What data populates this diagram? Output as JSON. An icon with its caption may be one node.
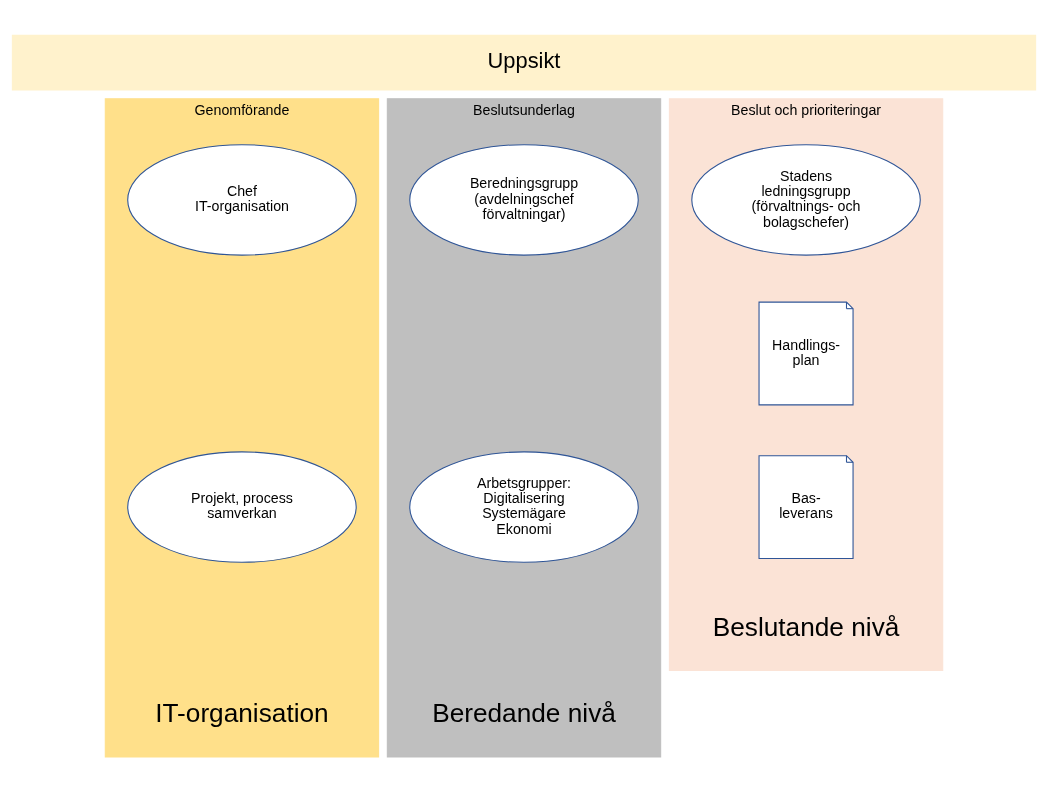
{
  "diagram": {
    "nodes": [
      {
        "text": [
          "Uppsikt"
        ]
      },
      {
        "text": [
          "Genomförande",
          "IT-organisation"
        ]
      },
      {
        "text": [
          "Chef IT-organisation"
        ],
        "in": 1
      },
      {
        "text": [
          "Projekt, process samverkan"
        ],
        "in": 1
      },
      {
        "text": [
          "Beslutsunderlag",
          "Beredande nivå"
        ]
      },
      {
        "text": [
          "Beredningsgrupp (avdelningschef förvaltningar)"
        ],
        "in": 4
      },
      {
        "text": [
          "Arbetsgrupper: Digitalisering Systemägare Ekonomi"
        ],
        "in": 4
      },
      {
        "text": [
          "Beslut och prioriteringar",
          "Beslutande nivå"
        ]
      },
      {
        "text": [
          "Stadens ledningsgrupp (förvaltnings- och bolagschefer)"
        ],
        "in": 7
      },
      {
        "text": [
          "Handlings- plan"
        ],
        "in": 7
      },
      {
        "text": [
          "Bas- leverans"
        ],
        "in": 7
      }
    ],
    "edges": []
  }
}
